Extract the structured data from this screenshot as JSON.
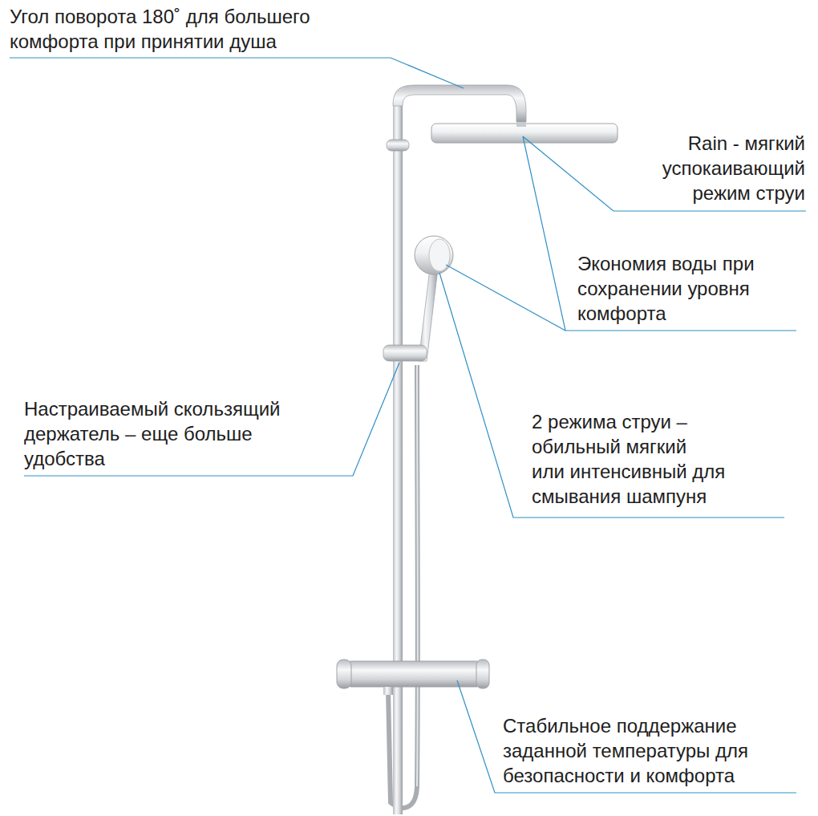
{
  "diagram": {
    "labels": [
      "Угол поворота 180˚ для большего комфорта при принятии душа",
      "Rain - мягкий успокаивающий режим струи",
      "Экономия воды при сохранении уровня комфорта",
      "Настраиваемый скользящий держатель – еще больше удобства",
      "2 режима струи – обильный мягкий или интенсивный для смывания шампуня",
      "Стабильное поддержание заданной температуры для безопасности и комфорта"
    ]
  }
}
